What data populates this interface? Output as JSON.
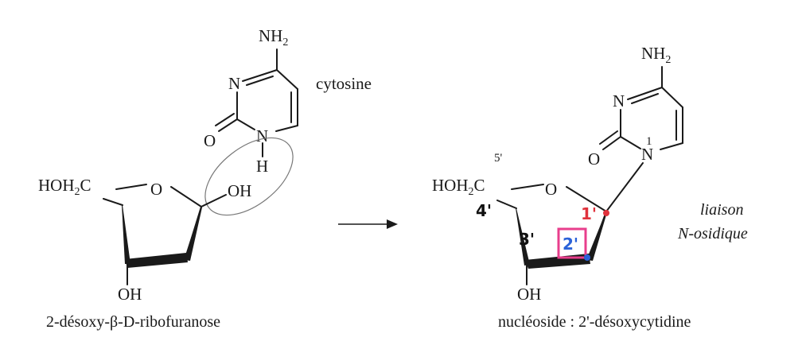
{
  "colors": {
    "ink": "#1a1a1a",
    "red_annotation": "#e0323c",
    "blue_annotation": "#2a62d8",
    "pink_box": "#e83e8c",
    "ellipse": "#777777"
  },
  "left_molecule": {
    "labels": {
      "nh2": "NH",
      "nh2_sub": "2",
      "n_ring": "N",
      "o_carbonyl": "O",
      "n_bottom": "N",
      "h": "H",
      "oh_anomeric": "OH",
      "hoh2c": "HOH",
      "hoh2c_sub": "2",
      "hoh2c_c": "C",
      "o_ring": "O",
      "oh_bottom": "OH"
    },
    "base_name": "cytosine",
    "caption": "2-désoxy-β-D-ribofuranose"
  },
  "right_molecule": {
    "labels": {
      "nh2": "NH",
      "nh2_sub": "2",
      "n_ring": "N",
      "o_carbonyl": "O",
      "n_bottom": "N",
      "n1_number": "1",
      "hoh2c": "HOH",
      "hoh2c_sub": "2",
      "hoh2c_c": "C",
      "five_prime": "5'",
      "o_ring": "O",
      "oh_bottom": "OH"
    },
    "annotations": {
      "four_prime": "4'",
      "three_prime": "3'",
      "two_prime": "2'",
      "one_prime": "1'"
    },
    "bond_label_line1": "liaison",
    "bond_label_line2": "N-osidique",
    "caption": "nucléoside : 2'-désoxycytidine"
  }
}
